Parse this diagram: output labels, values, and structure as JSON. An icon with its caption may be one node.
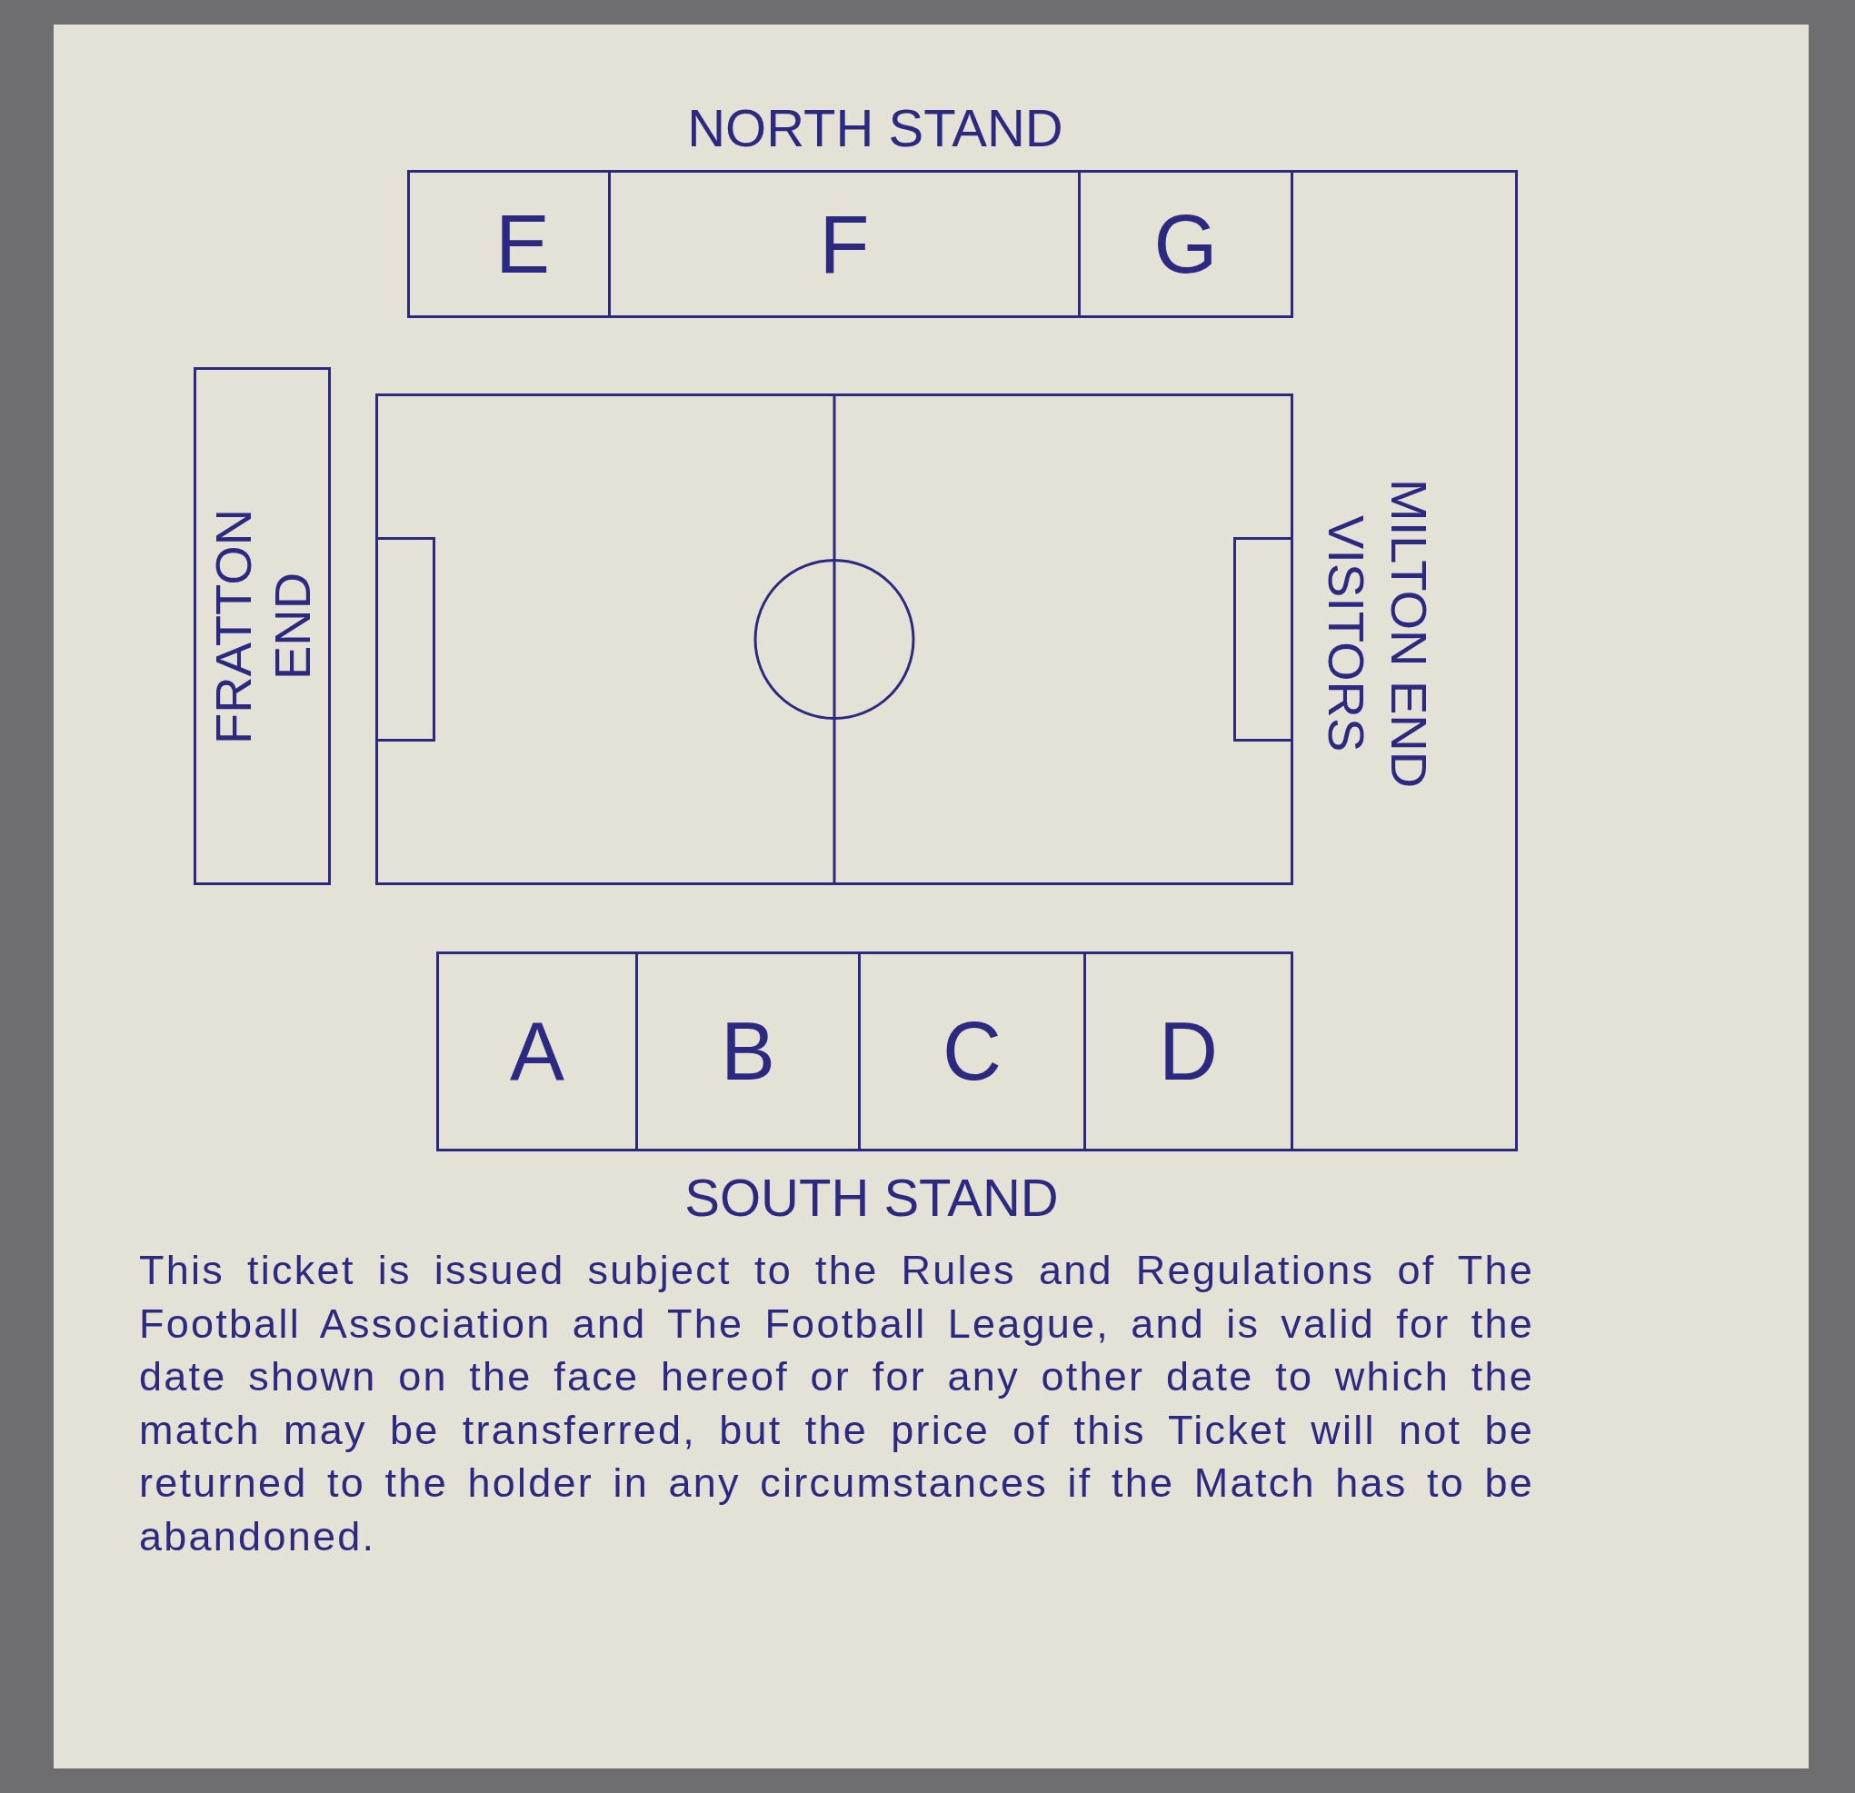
{
  "diagram": {
    "nodes": [
      {
        "text": [
          "E"
        ]
      },
      {
        "text": [
          "F"
        ]
      },
      {
        "text": [
          "G"
        ]
      },
      {
        "text": [
          "FRATTON END"
        ]
      },
      {
        "text": [],
        "shape": "box"
      },
      {
        "text": [
          "MILTON END",
          "VISITORS"
        ]
      },
      {
        "text": [
          "A"
        ]
      },
      {
        "text": [
          "B"
        ]
      },
      {
        "text": [
          "C"
        ]
      },
      {
        "text": [
          "D"
        ]
      }
    ],
    "labels": [
      "NORTH STAND",
      "SOUTH STAND",
      "This ticket is issued subject to the Rules and Regulations of The Football Association and The Football League, and is valid for the date shown on the face hereof or for any other date to which the match may be transferred, but the price of this Ticket will not be returned to the holder in any circumstances if the Match has to be abandoned."
    ]
  }
}
